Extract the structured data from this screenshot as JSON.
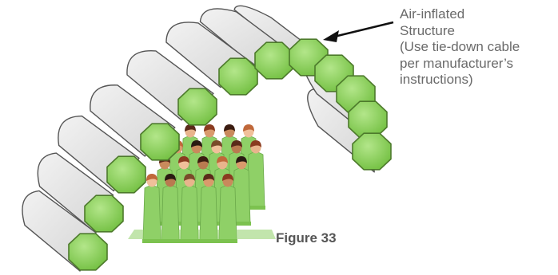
{
  "callout": {
    "lines": [
      "Air-inflated",
      "Structure",
      "(Use tie-down cable",
      "per manufacturer’s",
      "instructions)"
    ]
  },
  "caption": "Figure 33",
  "colors": {
    "tube_fill": "#e6e6e6",
    "tube_stroke": "#555555",
    "end_cap": "#8fd45c",
    "end_cap_stroke": "#4d7a2c",
    "people_body": "#8fd067",
    "arrow": "#111111"
  },
  "icons": {
    "structure": "inflatable-tube-arch",
    "occupants": "person-silhouette-icon"
  }
}
